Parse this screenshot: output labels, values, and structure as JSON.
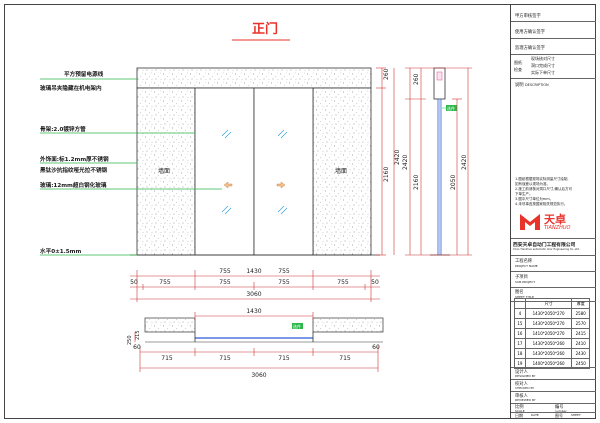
{
  "title": "正门",
  "callouts": {
    "wire_l1": "平方预留电源线",
    "wire_l2": "玻璃吊夹隐藏在机电架内",
    "frame": "骨架:2.0镀锌方管",
    "finish_l1": "外饰面:标1.2mm厚不锈钢",
    "finish_l2": "黑钛沙抗指纹哑光拉不锈钢",
    "glass": "玻璃:12mm超白钢化玻璃",
    "level": "水平0±1.5mm"
  },
  "elevation": {
    "wall_left": "墙面",
    "wall_right": "墙面",
    "dim_2420": "2420",
    "dim_2160": "2160",
    "dim_260": "260",
    "row1": [
      "755",
      "1430",
      "755"
    ],
    "row2": [
      "50",
      "755",
      "755",
      "755",
      "755",
      "50"
    ],
    "total": "3060"
  },
  "section": {
    "dim_260": "260",
    "dim_2420": "2420",
    "dim_2160": "2160",
    "dim_2050": "2050",
    "tag": "选件"
  },
  "plan": {
    "dim_1430": "1430",
    "side_250": "250",
    "side_215": "215",
    "row": [
      "60",
      "715",
      "715",
      "715",
      "715",
      "60"
    ],
    "total": "3060",
    "tag": "选件"
  },
  "title_block": {
    "sign1": "甲方审核签字",
    "sign2": "使用方确认签字",
    "sign3": "监理方确认签字",
    "confirm_l1": "图纸",
    "confirm_l2": "检查",
    "items": [
      "现场核对尺寸",
      "洞口完成尺寸",
      "实际下单尺寸"
    ],
    "notes_label": "说明",
    "notes_en": "DESCRIPTION",
    "notes": [
      "1.图纸根据现场实际测量尺寸绘制,",
      "  如有误差以现场为准。",
      "2.施工前请核对洞口尺寸,确认后方可",
      "  下单生产。",
      "3.图中尺寸单位为mm。",
      "4.未尽事宜按国家相关规范执行。"
    ],
    "logo_cn": "天卓",
    "logo_en": "TIANZHUO",
    "company": "西安天卓自动门工程有限公司",
    "company_en": "Xi'an Tianzhuo automatic door Engineering Co.,Ltd.",
    "project_label": "工程名称",
    "project_en": "PROJECT NAME",
    "sub_label": "子项目",
    "sub_en": "SUB-PROJECT",
    "drawing_label": "图名",
    "drawing_en": "SHEET TITLE",
    "spec_headers": [
      "",
      "尺寸",
      "厚度"
    ],
    "spec_rows": [
      [
        "4",
        "1430*2050*270",
        "2580"
      ],
      [
        "15",
        "1430*2050*270",
        "2570"
      ],
      [
        "16",
        "1410*2050*270",
        "2415"
      ],
      [
        "17",
        "1430*2050*260",
        "2410"
      ],
      [
        "18",
        "1430*2050*260",
        "2430"
      ],
      [
        "19",
        "1400*2050*260",
        "2450"
      ]
    ],
    "design_label": "设计人",
    "design_en": "DESIGNED BY",
    "check_label": "校对人",
    "check_en": "CHECKED BY",
    "review_label": "审核人",
    "review_en": "REVIEWED BY",
    "scale_label": "比例",
    "scale_en": "SCALE",
    "number_label": "编号",
    "number_en": "number",
    "date_label": "日期",
    "date_en": "DATE",
    "sheet_label": "图号",
    "sheet_en": "SHEET"
  }
}
